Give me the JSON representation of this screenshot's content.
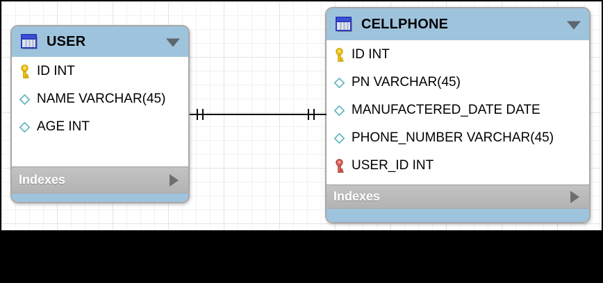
{
  "canvas": {
    "type": "eer-diagram-grid"
  },
  "tables": [
    {
      "name": "USER",
      "columns": [
        {
          "icon": "primary-key-icon",
          "label": "ID INT"
        },
        {
          "icon": "column-icon",
          "label": "NAME VARCHAR(45)"
        },
        {
          "icon": "column-icon",
          "label": "AGE INT"
        }
      ],
      "footer_label": "Indexes"
    },
    {
      "name": "CELLPHONE",
      "columns": [
        {
          "icon": "primary-key-icon",
          "label": "ID INT"
        },
        {
          "icon": "column-icon",
          "label": "PN VARCHAR(45)"
        },
        {
          "icon": "column-icon",
          "label": "MANUFACTERED_DATE DATE"
        },
        {
          "icon": "column-icon",
          "label": "PHONE_NUMBER VARCHAR(45)"
        },
        {
          "icon": "foreign-key-icon",
          "label": "USER_ID INT"
        }
      ],
      "footer_label": "Indexes"
    }
  ],
  "relationship": {
    "from": "USER",
    "to": "CELLPHONE",
    "left_notation": "||",
    "right_notation": "||"
  },
  "colors": {
    "table_header_blue": "#9ec3dd",
    "footer_gray": "#b9b9b9",
    "primary_key_gold": "#f2c714",
    "foreign_key_red": "#e2625b",
    "column_diamond_teal": "#5fb6bd",
    "line_black": "#0a0a0a"
  }
}
